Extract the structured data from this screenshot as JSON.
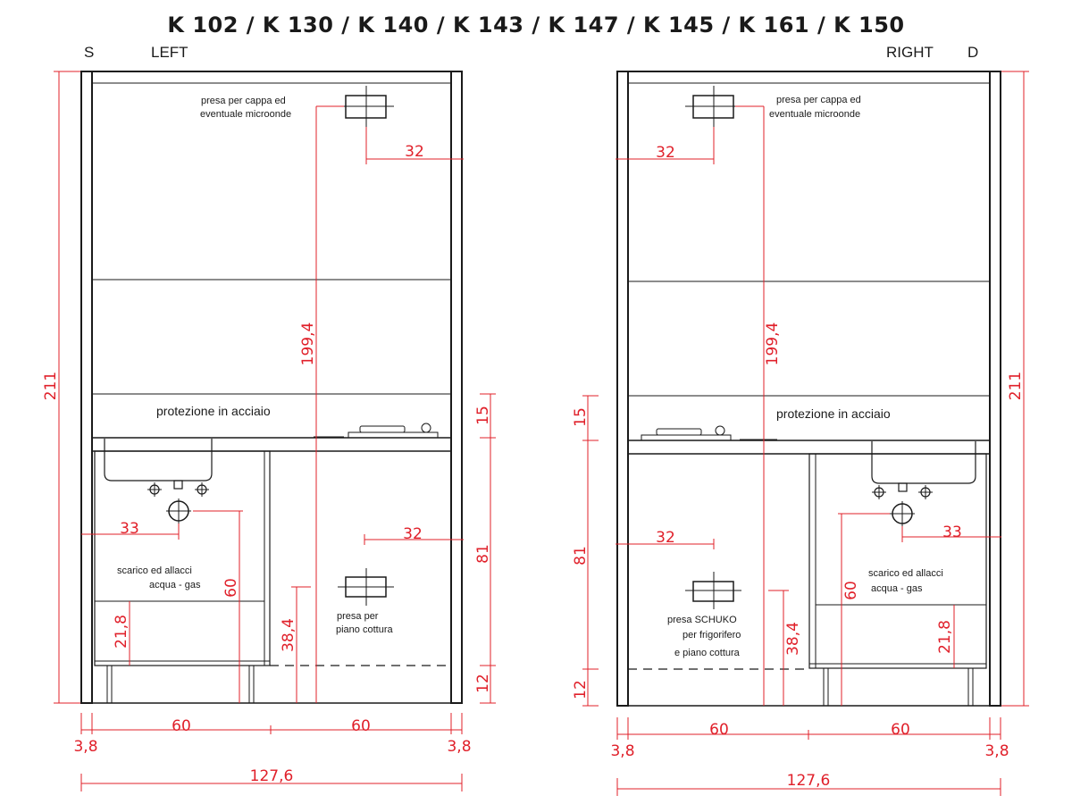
{
  "title": "K 102 / K 130 / K 140 / K 143 / K 147 / K 145 / K 161 / K 150",
  "left": {
    "side_letter": "S",
    "side_word": "LEFT",
    "hood_socket_note_1": "presa per cappa ed",
    "hood_socket_note_2": "eventuale microonde",
    "hood_socket_offset": "32",
    "total_height": "211",
    "socket_height": "199,4",
    "steel_protection": "protezione in acciaio",
    "drain_offset": "33",
    "drain_note_1": "scarico ed allacci",
    "drain_note_2": "acqua - gas",
    "drain_height": "60",
    "shelf_height": "21,8",
    "cooktop_socket_offset": "32",
    "cooktop_socket_height": "38,4",
    "cooktop_socket_note_1": "presa per",
    "cooktop_socket_note_2": "piano cottura",
    "splash_height": "15",
    "counter_height": "81",
    "plinth_height": "12",
    "module_width_1": "60",
    "module_width_2": "60",
    "side_panel_left": "3,8",
    "side_panel_right": "3,8",
    "total_width": "127,6"
  },
  "right": {
    "side_word": "RIGHT",
    "side_letter": "D",
    "hood_socket_note_1": "presa per cappa ed",
    "hood_socket_note_2": "eventuale microonde",
    "hood_socket_offset": "32",
    "total_height": "211",
    "socket_height": "199,4",
    "steel_protection": "protezione in acciaio",
    "splash_height": "15",
    "counter_height": "81",
    "plinth_height": "12",
    "schuko_offset": "32",
    "schuko_note_1": "presa SCHUKO",
    "schuko_note_2": "per frigorifero",
    "schuko_note_3": "e piano cottura",
    "schuko_height": "38,4",
    "drain_offset": "33",
    "drain_note_1": "scarico ed allacci",
    "drain_note_2": "acqua - gas",
    "drain_height": "60",
    "shelf_height": "21,8",
    "module_width_1": "60",
    "module_width_2": "60",
    "side_panel_left": "3,8",
    "side_panel_right": "3,8",
    "total_width": "127,6"
  }
}
